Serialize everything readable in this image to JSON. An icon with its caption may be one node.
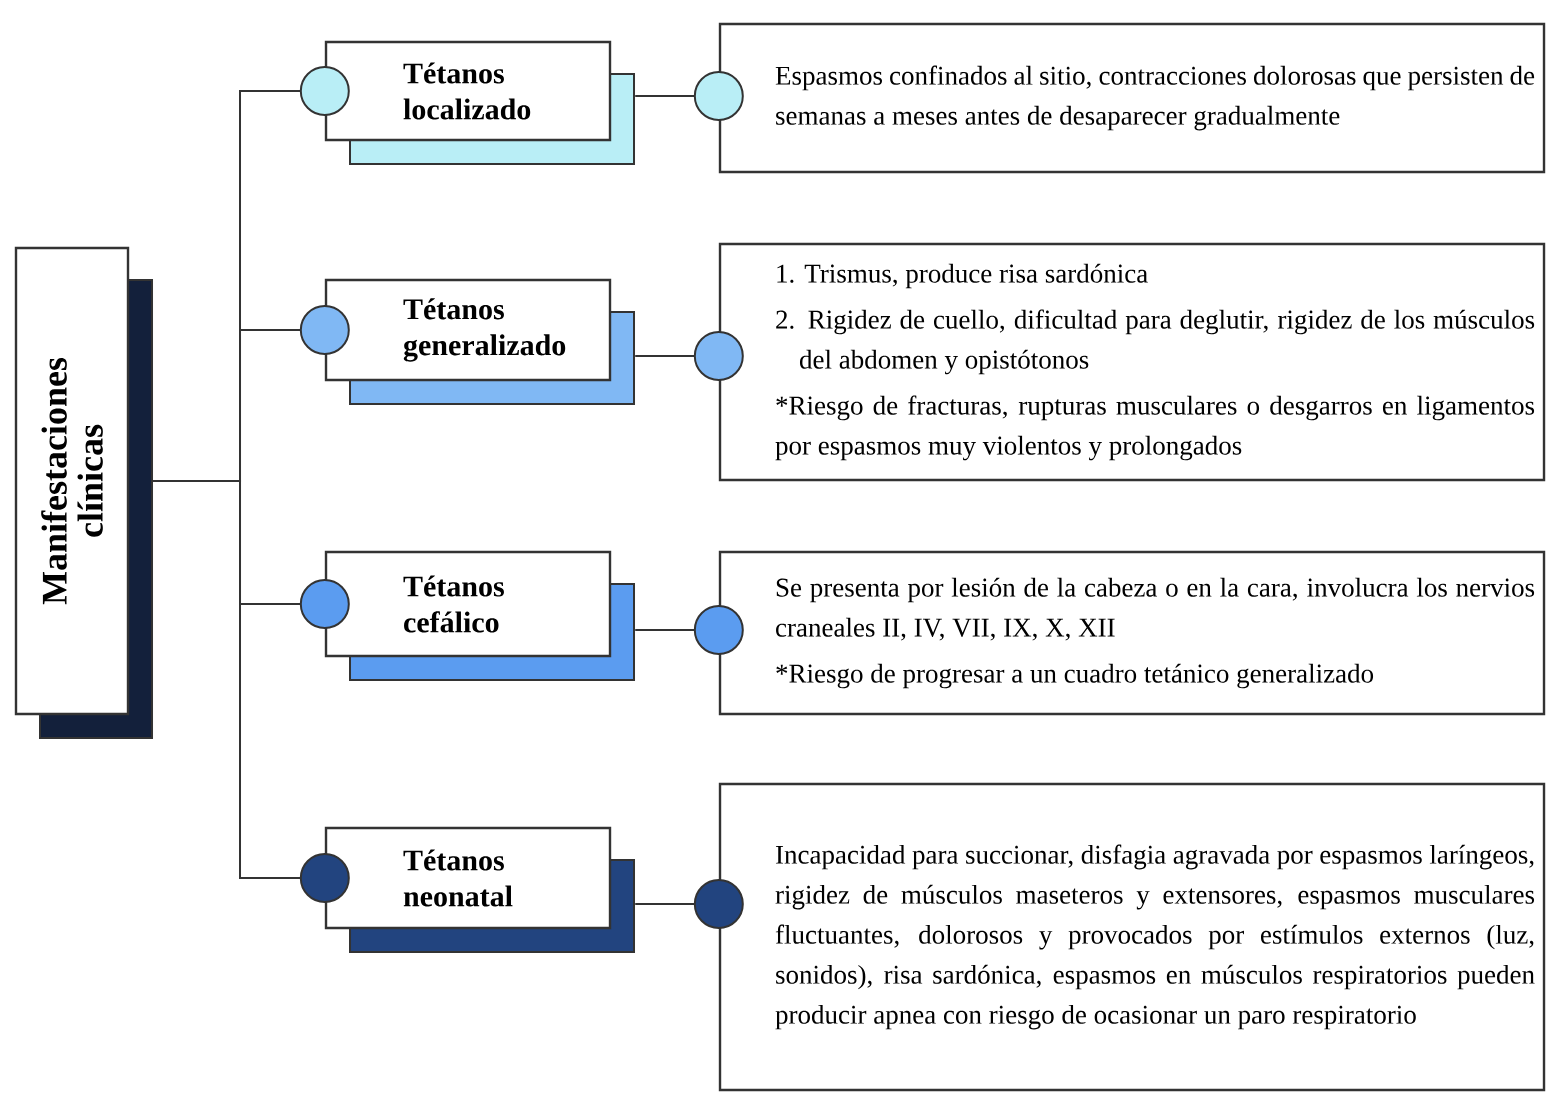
{
  "diagram": {
    "nodes": [
      {
        "text": [
          "Manifestaciones clínicas"
        ]
      },
      {
        "text": [
          "Tétanos localizado"
        ]
      },
      {
        "text": [
          "Tétanos generalizado"
        ]
      },
      {
        "text": [
          "Tétanos cefálico"
        ]
      },
      {
        "text": [
          "Tétanos neonatal"
        ]
      },
      {
        "text": [
          "Espasmos confinados al sitio, contracciones dolorosas que persisten de semanas a meses antes de desaparecer gradualmente"
        ]
      },
      {
        "text": [
          "1. Trismus, produce risa sardónica",
          "2. Rigidez de cuello, dificultad para deglutir, rigidez de los músculos del abdomen y opistótonos",
          "*Riesgo de fracturas, rupturas musculares o desgarros en ligamentos por espasmos muy violentos y prolongados"
        ]
      },
      {
        "text": [
          "Se presenta por lesión de la cabeza o en la cara, involucra los nervios craneales II, IV, VII, IX, X, XII",
          "*Riesgo de progresar a un cuadro tetánico generalizado"
        ]
      },
      {
        "text": [
          "Incapacidad para succionar, disfagia agravada por espasmos laríngeos, rigidez de músculos maseteros y extensores, espasmos musculares fluctuantes, dolorosos y provocados por estímulos externos (luz, sonidos), risa sardónica, espasmos en músculos respiratorios pueden producir apnea con riesgo de ocasionar un paro respiratorio"
        ]
      }
    ],
    "edges": [
      {
        "from": 0,
        "to": 1,
        "arrow": "other"
      },
      {
        "from": 0,
        "to": 2,
        "arrow": "other"
      },
      {
        "from": 0,
        "to": 3,
        "arrow": "other"
      },
      {
        "from": 0,
        "to": 4,
        "arrow": "other"
      },
      {
        "from": 1,
        "to": 5,
        "arrow": "other"
      },
      {
        "from": 2,
        "to": 6,
        "arrow": "other"
      },
      {
        "from": 3,
        "to": 7,
        "arrow": "other"
      },
      {
        "from": 4,
        "to": 8,
        "arrow": "other"
      }
    ]
  }
}
